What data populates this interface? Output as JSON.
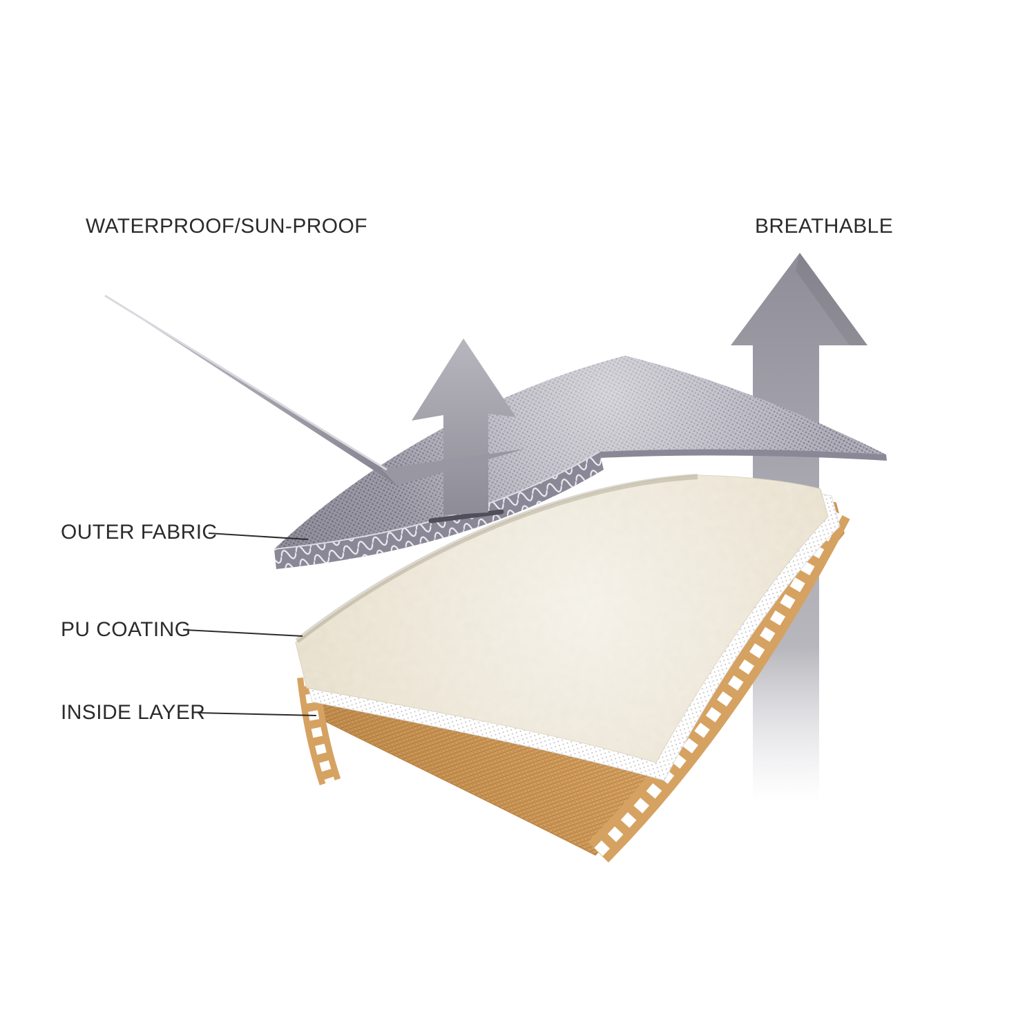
{
  "diagram": {
    "annotations": {
      "waterproof": "WATERPROOF/SUN-PROOF",
      "breathable": "BREATHABLE"
    },
    "layers": {
      "outer_fabric": "OUTER FABRIC",
      "pu_coating": "PU COATING",
      "inside_layer": "INSIDE LAYER"
    },
    "colors": {
      "text": "#2b2b2b",
      "leader_line": "#2b2b2b",
      "arrow_gray": "#a3a2ab",
      "mesh_base": "#b2b0bb",
      "mesh_dot": "#807e8d",
      "mesh_edge": "#8a8896",
      "fleece_cream": "#ede5d3",
      "interlayer_white": "#ffffff",
      "weave_tan": "#dcaa6d",
      "weave_thread": "#c28c4b",
      "background": "#ffffff"
    }
  }
}
